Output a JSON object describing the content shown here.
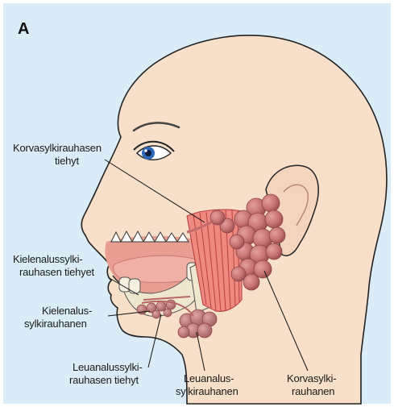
{
  "figure": {
    "panel_letter": "A",
    "labels": {
      "parotid_duct": [
        "Korvasylkirauhasen",
        "tiehyt"
      ],
      "sublingual_ducts": [
        "Kielenalussylki-",
        "rauhasen tiehyet"
      ],
      "sublingual_gland": [
        "Kielenalus-",
        "sylkirauhanen"
      ],
      "submandibular_duct": [
        "Leuanalussylki-",
        "rauhasen tiehyt"
      ],
      "submandibular_gland": [
        "Leuanalus-",
        "sylkirauhanen"
      ],
      "parotid_gland": [
        "Korvasylki-",
        "rauhanen"
      ]
    }
  },
  "colors": {
    "background": "#d9ecf8",
    "frame": "#ffffff",
    "skin": "#f7dfc9",
    "skin_outline": "#222222",
    "muscle": "#e8766d",
    "gland": "#c97a7a",
    "gland_dark": "#9e5253",
    "mouth": "#e99e92",
    "tongue": "#f0b0a5",
    "bone": "#efe6cf",
    "iris": "#2d67b7"
  }
}
